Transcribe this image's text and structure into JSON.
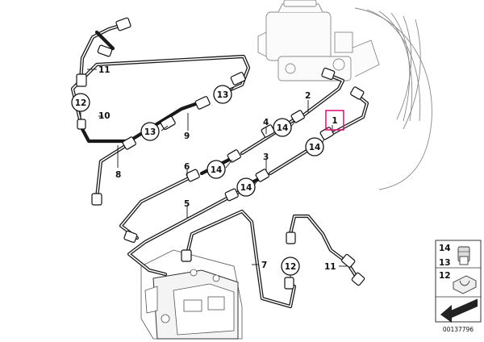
{
  "callouts": {
    "c1": "1",
    "c2": "2",
    "c3": "3",
    "c4": "4",
    "c5": "5",
    "c6": "6",
    "c7": "7",
    "c8": "8",
    "c9": "9",
    "c10": "10",
    "c11_top": "11",
    "c11_bottom": "11",
    "c12_left": "12",
    "c12_bottom": "12",
    "c13_a": "13",
    "c13_b": "13",
    "c14_a": "14",
    "c14_b": "14",
    "c14_c": "14",
    "c14_d": "14"
  },
  "legend": {
    "n14": "14",
    "n13": "13",
    "n12": "12"
  },
  "document_number": "00137796",
  "colors": {
    "highlight": "#e0187a",
    "line": "#1a1a1a"
  }
}
